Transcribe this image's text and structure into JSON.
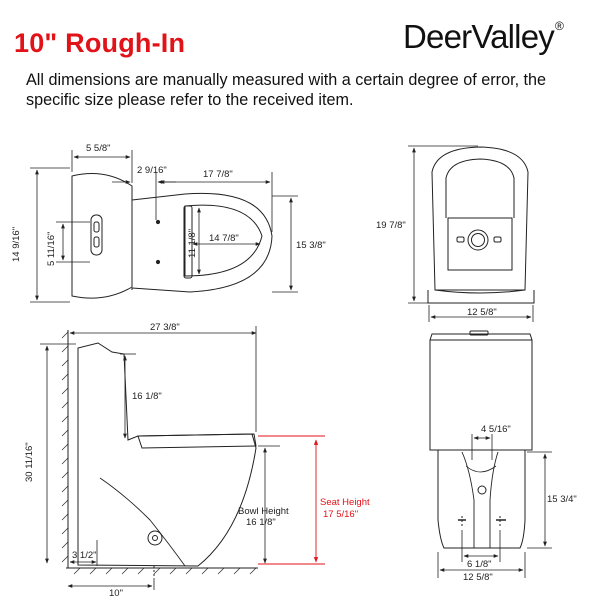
{
  "header": {
    "title": "10\" Rough-In",
    "brand": "DeerValley",
    "brand_mark": "®",
    "note": "All dimensions are manually measured with a certain degree of error, the specific size please refer to the received item."
  },
  "colors": {
    "title": "#e11218",
    "seat_height": "#e11218",
    "line": "#222222"
  },
  "dimensions": {
    "top_view": {
      "tank_width": "5 5/8\"",
      "gap": "2 9/16\"",
      "bowl_length": "17 7/8\"",
      "overall_depth": "14 9/16\"",
      "bolt_spacing": "5 11/16\"",
      "seat_width": "11 1/8\"",
      "seat_length": "14 7/8\"",
      "bowl_width": "15 3/8\""
    },
    "back_view": {
      "height": "19 7/8\"",
      "width": "12 5/8\""
    },
    "side_view": {
      "overall_length": "27 3/8\"",
      "tank_height": "16 1/8\"",
      "total_height": "30 11/16\"",
      "wall_offset": "3 1/2\"",
      "rough_in": "10\"",
      "bowl_height_label": "Bowl Height",
      "bowl_height": "16 1/8\"",
      "seat_height_label": "Seat Height",
      "seat_height": "17 5/16\""
    },
    "front_view": {
      "trap_width": "4 5/16\"",
      "base_height": "15 3/4\"",
      "base_inner": "6 1/8\"",
      "base_width": "12 5/8\""
    }
  }
}
